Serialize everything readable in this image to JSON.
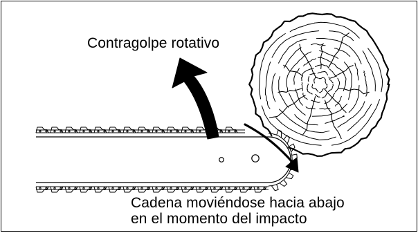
{
  "diagram": {
    "labels": {
      "rotational_kickback": "Contragolpe rotativo",
      "chain_line_1": "Cadena moviéndose hacia abajo",
      "chain_line_2": "en el momento del impacto"
    },
    "colors": {
      "line": "#000000",
      "background": "#ffffff"
    },
    "icons": [
      "chainsaw-bar",
      "log-end-grain",
      "kickback-arrow",
      "chain-direction-arrow"
    ]
  }
}
